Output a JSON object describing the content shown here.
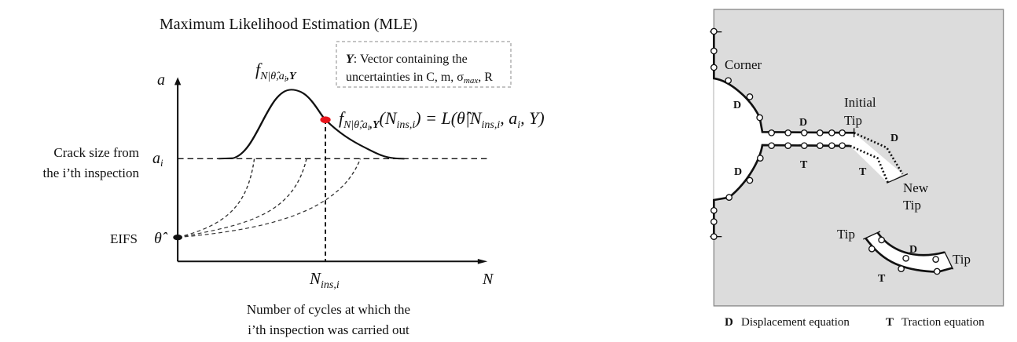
{
  "left": {
    "title": "Maximum Likelihood Estimation (MLE)",
    "note_box": {
      "line1_symbol": "Y",
      "line1_text": ": Vector containing the",
      "line2_text": "uncertainties in C, m, σ",
      "line2_sub": "max",
      "line2_end": ", R"
    },
    "y_axis_label": "a",
    "x_axis_label": "N",
    "ai_label": "a",
    "ai_sub": "i",
    "crack_size_line1": "Crack size from",
    "crack_size_line2": "the i’th inspection",
    "eifs_label": "EIFS",
    "theta_label": "θ̂",
    "pdf_label": "f",
    "pdf_sub": "N|θ̂,a",
    "pdf_sub_i": "i",
    "pdf_sub_end": ",Y",
    "equation_rhs": "(N",
    "equation_rhs_sub": "ins,i",
    "equation_rhs_end": ") = L(θ̂|N",
    "equation_rhs_sub2": "ins,i",
    "equation_rhs_end2": ", a",
    "equation_rhs_sub3": "i",
    "equation_rhs_end3": ", Y)",
    "nins_label": "N",
    "nins_sub": "ins,i",
    "cycles_line1": "Number of cycles at which the",
    "cycles_line2": "i’th inspection was carried out",
    "colors": {
      "point": "#e8141b",
      "line": "#111111"
    }
  },
  "right": {
    "labels": {
      "corner": "Corner",
      "initial_tip_1": "Initial",
      "initial_tip_2": "Tip",
      "new_tip_1": "New",
      "new_tip_2": "Tip",
      "tip_left": "Tip",
      "tip_right": "Tip",
      "d": "D",
      "t": "T"
    },
    "legend": {
      "d_symbol": "D",
      "d_text": "Displacement equation",
      "t_symbol": "T",
      "t_text": "Traction equation"
    },
    "colors": {
      "panel": "#dcdcdc",
      "crack": "#ffffff"
    }
  }
}
